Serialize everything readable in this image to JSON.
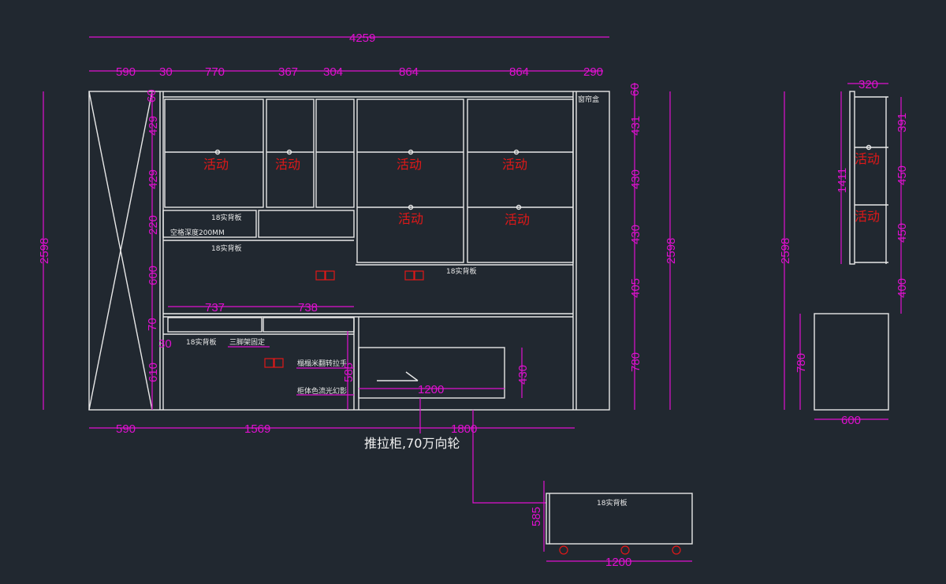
{
  "title_note": "推拉柜,70万向轮",
  "colors": {
    "background": "#212830",
    "lines": "#e8e8e8",
    "dimensions": "#e010d0",
    "labels": "#e01818"
  },
  "front": {
    "overall_width": "4259",
    "top_dims": [
      "590",
      "30",
      "770",
      "367",
      "304",
      "864",
      "864",
      "290"
    ],
    "left_height": "2598",
    "right_height": "2598",
    "left_chain": [
      "60",
      "429",
      "429",
      "220",
      "600",
      "70",
      "30",
      "610"
    ],
    "right_chain": [
      "60",
      "431",
      "430",
      "430",
      "405",
      "780"
    ],
    "inner_dims": {
      "d737": "737",
      "d738": "738",
      "d585": "585",
      "d1200": "1200",
      "d430": "430"
    },
    "bottom_dims": [
      "590",
      "1569",
      "1800"
    ],
    "door_label": "活动",
    "texts": {
      "back_panel": "18实背板",
      "shelf_depth": "空格深度200MM",
      "tripod": "三脚架固定",
      "flip_handle": "榻榻米翻转拉手",
      "cabinet_color": "柜体色流光幻影",
      "curtain_box": "窗帘盒"
    }
  },
  "side": {
    "width_top": "320",
    "height": "2598",
    "shelf_height": "1411",
    "chain": [
      "391",
      "450",
      "450",
      "400"
    ],
    "base_height": "780",
    "base_width": "600",
    "label": "活动"
  },
  "cart": {
    "label": "18实背板",
    "height": "585",
    "width": "1200"
  }
}
